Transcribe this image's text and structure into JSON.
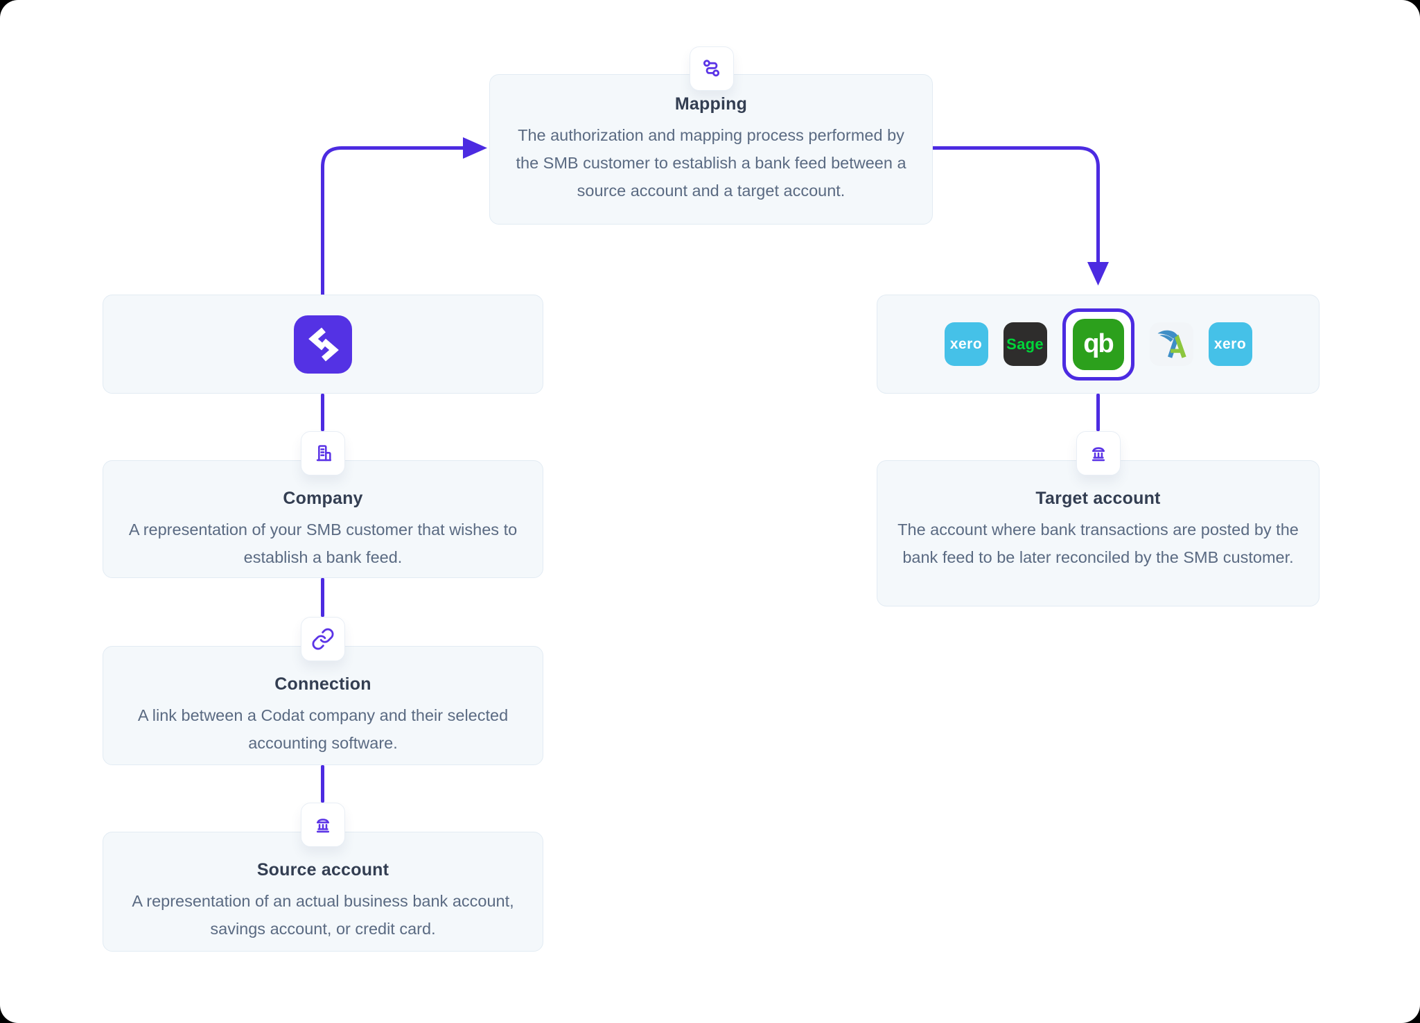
{
  "nodes": {
    "mapping": {
      "title": "Mapping",
      "description": "The authorization and mapping process performed by the SMB customer to establish a bank feed between a source account and a target account.",
      "icon": "route-icon"
    },
    "company": {
      "title": "Company",
      "description": "A representation of your SMB customer that wishes to establish a bank feed.",
      "icon": "building-icon"
    },
    "connection": {
      "title": "Connection",
      "description": "A link between a Codat company and their selected accounting software.",
      "icon": "link-icon"
    },
    "source_account": {
      "title": "Source account",
      "description": "A representation of an actual business bank account, savings account, or credit card.",
      "icon": "bank-icon"
    },
    "target_account": {
      "title": "Target account",
      "description": "The account where bank transactions are posted by the bank feed to be later reconciled by the SMB customer.",
      "icon": "bank-icon"
    }
  },
  "logos": {
    "codat": "codat-logo"
  },
  "platforms": [
    {
      "name": "xero",
      "label": "xero",
      "selected": false
    },
    {
      "name": "sage",
      "label": "Sage",
      "selected": false
    },
    {
      "name": "quickbooks",
      "label": "qb",
      "selected": true
    },
    {
      "name": "freeagent",
      "label": "",
      "selected": false
    },
    {
      "name": "xero",
      "label": "xero",
      "selected": false
    }
  ],
  "colors": {
    "accent_purple": "#4C2BE1",
    "icon_purple": "#5B34E6",
    "codat_purple": "#5432E4",
    "card_background": "#F4F8FB",
    "card_border": "#E2EBF3",
    "title_text": "#333E52",
    "body_text": "#5A6A82",
    "xero_blue": "#45C1E8",
    "sage_dark": "#2E2D2C",
    "sage_green": "#00D639",
    "quickbooks_green": "#2CA01C",
    "freeagent_blue": "#3E8EC6",
    "freeagent_green": "#8CC63E"
  }
}
